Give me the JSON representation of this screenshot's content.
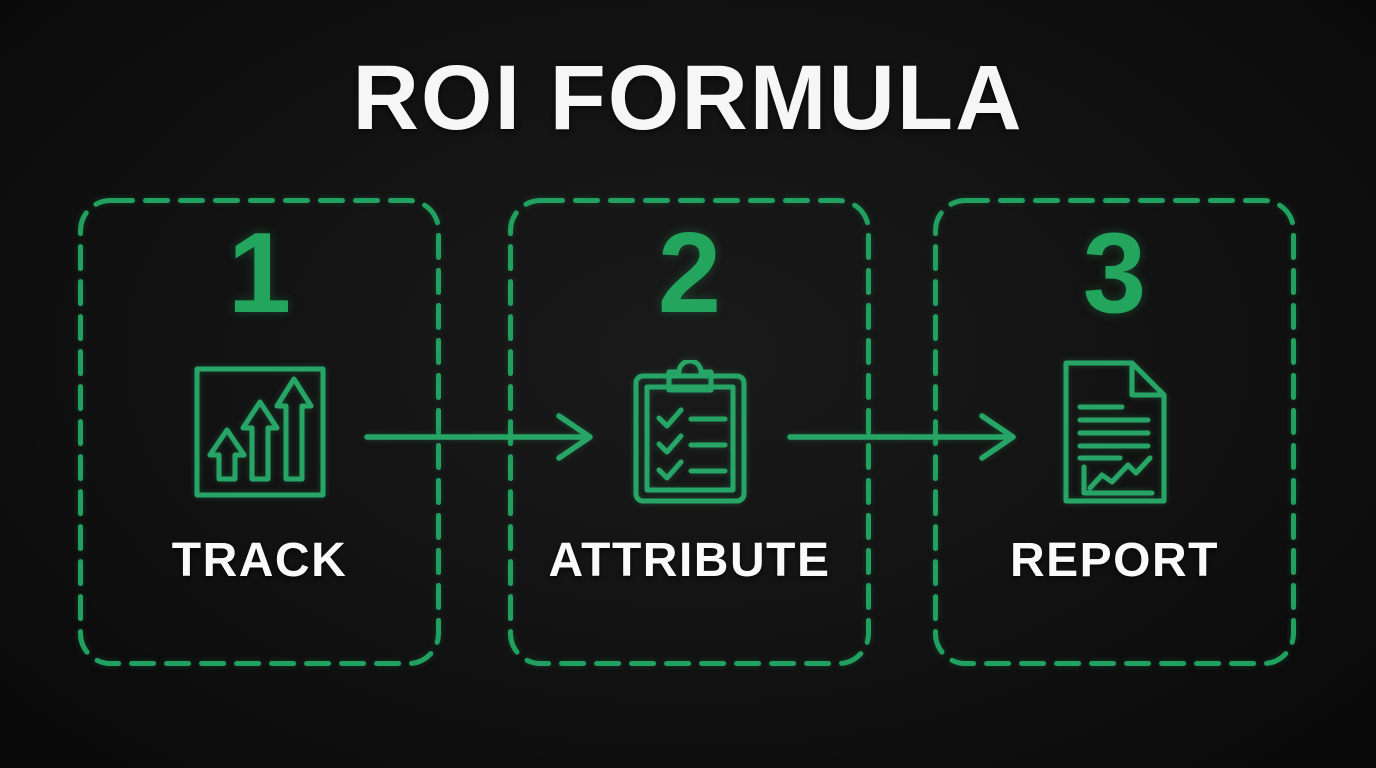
{
  "title": "ROI FORMULA",
  "colors": {
    "background": "#121212",
    "accent_green": "#23a55e",
    "text_white": "#f6f6f6"
  },
  "steps": [
    {
      "number": "1",
      "label": "TRACK",
      "icon": "growth-bars-icon"
    },
    {
      "number": "2",
      "label": "ATTRIBUTE",
      "icon": "checklist-clipboard-icon"
    },
    {
      "number": "3",
      "label": "REPORT",
      "icon": "report-document-icon"
    }
  ]
}
